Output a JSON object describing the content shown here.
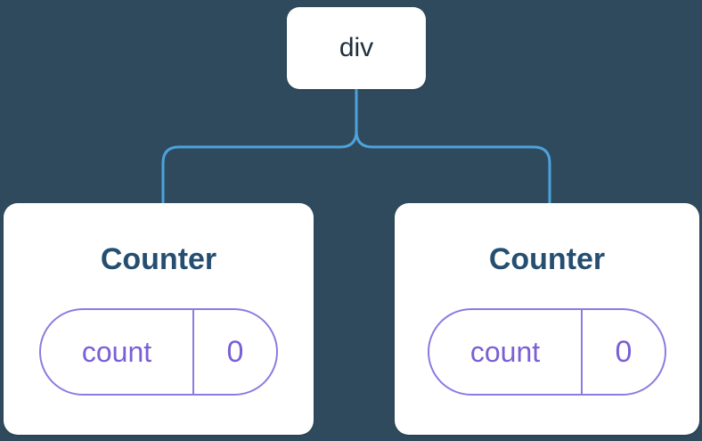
{
  "diagram": {
    "description": "component-tree",
    "root": {
      "label": "div"
    },
    "children": [
      {
        "title": "Counter",
        "state": {
          "key": "count",
          "value": "0"
        }
      },
      {
        "title": "Counter",
        "state": {
          "key": "count",
          "value": "0"
        }
      }
    ],
    "colors": {
      "background": "#2E4A5C",
      "connector": "#4DA2DC",
      "card_background": "#FFFFFF",
      "root_label_text": "#20303D",
      "card_title_text": "#254E70",
      "pill_border": "#8A7CE0",
      "pill_text": "#7A5FD6"
    }
  }
}
